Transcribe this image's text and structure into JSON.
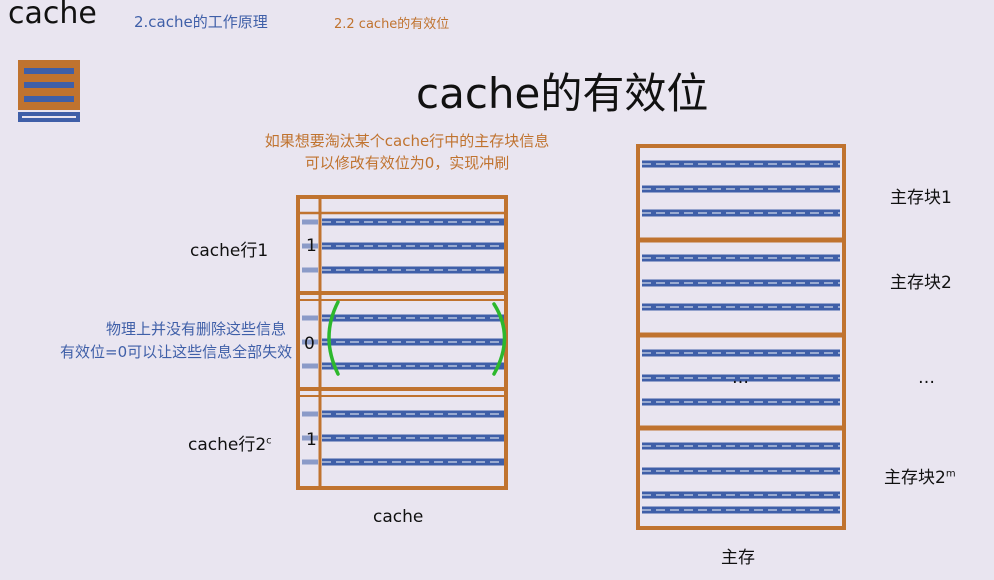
{
  "header": {
    "main": "cache",
    "section": "2.cache的工作原理",
    "subsection": "2.2 cache的有效位"
  },
  "title": "cache的有效位",
  "annotations": {
    "top_note": [
      "如果想要淘汰某个cache行中的主存块信息",
      "可以修改有效位为0，实现冲刷"
    ],
    "left_note": [
      "物理上并没有删除这些信息",
      "有效位=0可以让这些信息全部失效"
    ]
  },
  "cache": {
    "caption": "cache",
    "rows": [
      {
        "label": "cache行1",
        "valid_bit": "1"
      },
      {
        "label": "",
        "valid_bit": "0"
      },
      {
        "label": "cache行2",
        "label_sup": "c",
        "valid_bit": "1"
      }
    ]
  },
  "memory": {
    "caption": "主存",
    "blocks": [
      {
        "label": "主存块1"
      },
      {
        "label": "主存块2"
      },
      {
        "label": "…",
        "inner": "…"
      },
      {
        "label": "主存块2",
        "label_sup": "m"
      }
    ]
  },
  "colors": {
    "orange": "#c0732f",
    "blue": "#3f5fa8",
    "stripe_light": "#ffffff",
    "green": "#2db82d",
    "background": "#e9e5f0"
  },
  "icon": "menu-icon"
}
